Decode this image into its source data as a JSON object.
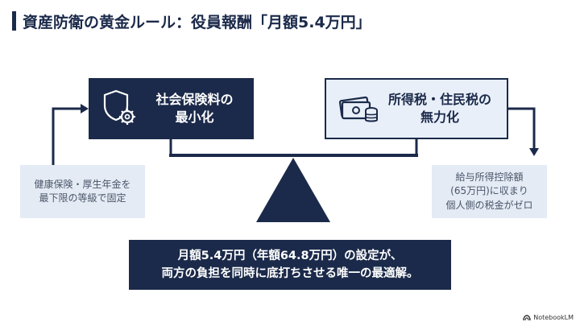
{
  "title": "資産防衛の黄金ルール：役員報酬「月額5.4万円」",
  "left_box": {
    "line1": "社会保険料の",
    "line2": "最小化",
    "icon": "shield-gear-icon"
  },
  "right_box": {
    "line1": "所得税・住民税の",
    "line2": "無力化",
    "icon": "money-coins-icon"
  },
  "left_note": {
    "line1": "健康保険・厚生年金を",
    "line2": "最下限の等級で固定"
  },
  "right_note": {
    "line1": "給与所得控除額",
    "line2": "(65万円)に収まり",
    "line3": "個人側の税金がゼロ"
  },
  "bottom": {
    "line1": "月額5.4万円（年額64.8万円）の設定が、",
    "line2": "両方の負担を同時に底打ちさせる唯一の最適解。"
  },
  "watermark": "NotebookLM",
  "colors": {
    "navy": "#1b2a4a",
    "light_blue": "#e9eff8",
    "note_bg": "#e4ebf5"
  }
}
